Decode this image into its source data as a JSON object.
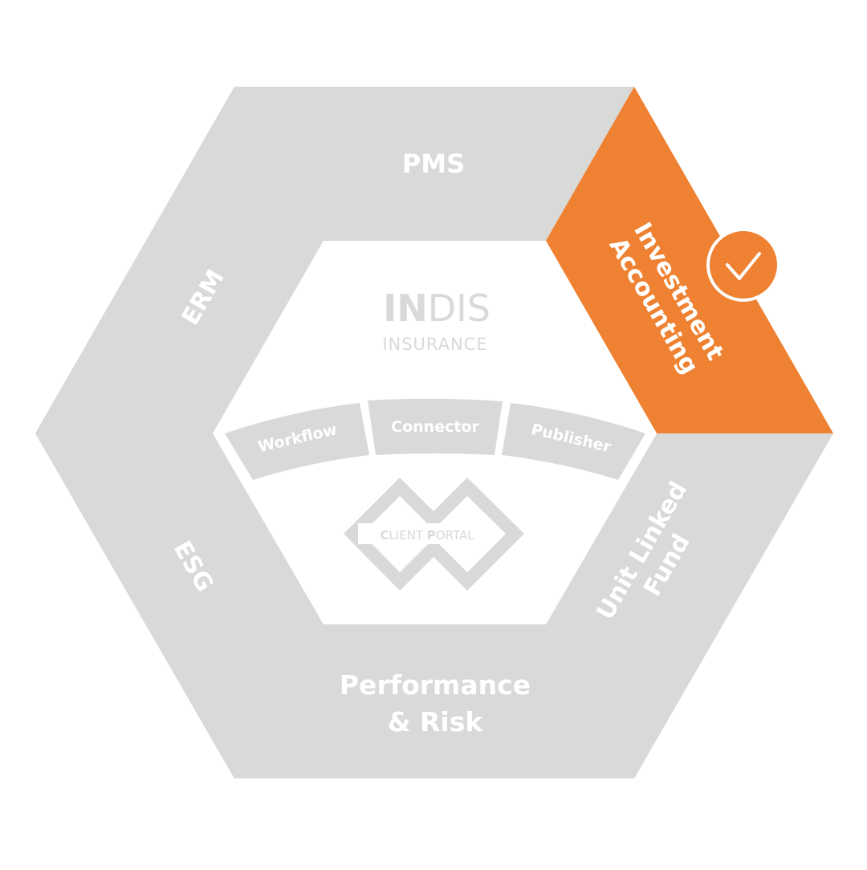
{
  "diagram": {
    "title": "INDIS Insurance module hexagon",
    "colors": {
      "segment_gray": "#d9d9d7",
      "active_orange": "#ef8132",
      "label_white": "#ffffff",
      "background": "#ffffff"
    },
    "segments": [
      {
        "id": "pms",
        "label_lines": [
          "PMS"
        ],
        "active": false
      },
      {
        "id": "investment-accounting",
        "label_lines": [
          "Investment",
          "Accounting"
        ],
        "active": true
      },
      {
        "id": "unit-linked-fund",
        "label_lines": [
          "Unit Linked",
          "Fund"
        ],
        "active": false
      },
      {
        "id": "performance-risk",
        "label_lines": [
          "Performance",
          "& Risk"
        ],
        "active": false
      },
      {
        "id": "esg",
        "label_lines": [
          "ESG"
        ],
        "active": false
      },
      {
        "id": "erm",
        "label_lines": [
          "ERM"
        ],
        "active": false
      }
    ],
    "active_badge": {
      "icon": "check-icon",
      "state": "selected"
    },
    "core": {
      "brand_bold": "IN",
      "brand_light": "DIS",
      "brand_sub": "INSURANCE",
      "tools": [
        "Workflow",
        "Connector",
        "Publisher"
      ],
      "portal_bold_c": "C",
      "portal_rest_1": "LIENT ",
      "portal_bold_p": "P",
      "portal_rest_2": "ORTAL"
    }
  }
}
